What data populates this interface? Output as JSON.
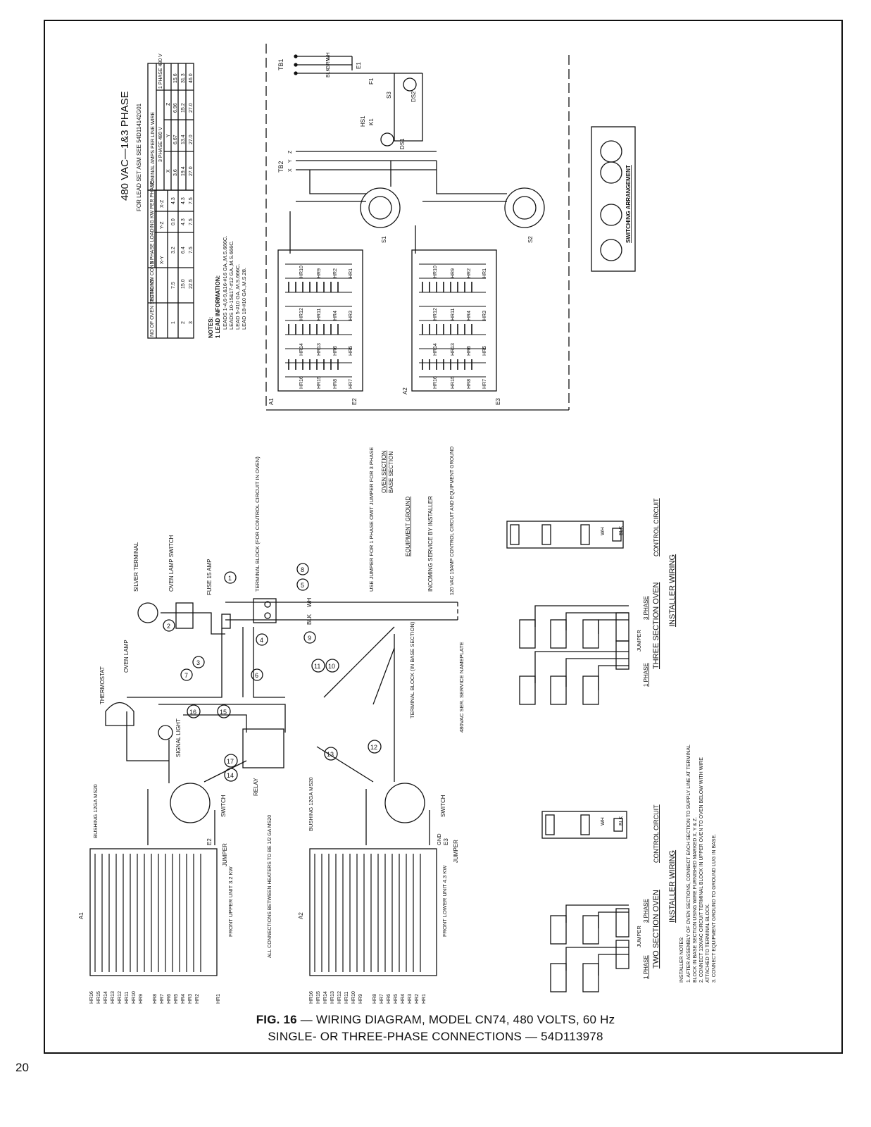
{
  "caption": {
    "fig_label": "FIG. 16",
    "line1": " — WIRING DIAGRAM, MODEL CN74, 480 VOLTS, 60 Hz",
    "line2": "SINGLE- OR THREE-PHASE CONNECTIONS — 54D113978"
  },
  "page_number": "20",
  "header": {
    "title": "480 VAC—1&3 PHASE",
    "subtitle": "FOR LEAD SET ASM SEE 54D114142G01"
  },
  "loading_table": {
    "col_headers": [
      "NO OF OVEN SECTIONS",
      "TOTAL KW CONN",
      "X-Y",
      "Y-Z",
      "X-Z"
    ],
    "group_header": "3 PHASE LOADING KW PER PHASE",
    "rows": [
      [
        "1",
        "7.5",
        "3.2",
        "0.0",
        "4.3"
      ],
      [
        "2",
        "15.0",
        "6.4",
        "4.3",
        "4.3"
      ],
      [
        "3",
        "22.5",
        "7.5",
        "7.5",
        "7.5"
      ]
    ]
  },
  "amps_table": {
    "group_header": "NOMINAL AMPS PER LINE WIRE",
    "sub3": "3 PHASE 480 V",
    "sub1": "1 PHASE 480 V",
    "col_headers": [
      "X",
      "Y",
      "Z"
    ],
    "rows": [
      [
        "3.6",
        "6.67",
        "6.96",
        "15.6"
      ],
      [
        "19.4",
        "13.4",
        "15.2",
        "31.3"
      ],
      [
        "27.0",
        "27.0",
        "27.0",
        "46.0"
      ]
    ]
  },
  "notes": {
    "title": "NOTES:",
    "subtitle": "1 LEAD INFORMATION:",
    "lines": [
      "LEADS 1-4,6-9,&16-#16 GA.,M.S.666C.",
      "LEADS 10-15&17-#12 GA.,M.S.666C.",
      "LEAD 5-#10 GA.,M.S.666C.",
      "LEAD 18-#10 GA.,M.S.28."
    ]
  },
  "schematic": {
    "tb1": "TB1",
    "tb2": "TB2",
    "xyz": [
      "X",
      "Y",
      "Z"
    ],
    "wires": [
      "WH",
      "GRN",
      "BLK"
    ],
    "parts": [
      "F1",
      "S3",
      "DS2",
      "HS1",
      "K1",
      "DS1",
      "S1",
      "S2",
      "A1",
      "A2",
      "E1",
      "E2",
      "E3"
    ],
    "heaters": [
      "HR1",
      "HR2",
      "HR3",
      "HR4",
      "HR5",
      "HR6",
      "HR7",
      "HR8",
      "HR9",
      "HR10",
      "HR11",
      "HR12",
      "HR13",
      "HR14",
      "HR15",
      "HR16"
    ],
    "switching_title": "SWITCHING ARRANGEMENT"
  },
  "pictorial": {
    "silver_terminal": "SILVER TERMINAL",
    "oven_lamp_switch": "OVEN LAMP SWITCH",
    "fuse": "FUSE 15 AMP",
    "terminal_block": "TERMINAL BLOCK (FOR CONTROL CIRCUIT IN OVEN)",
    "jumper_note": "USE JUMPER FOR 1 PHASE OMIT JUMPER FOR 3 PHASE",
    "oven_section": "OVEN SECTION",
    "base_section": "BASE SECTION",
    "equipment_ground": "EQUIPMENT GROUND",
    "incoming_service": "INCOMING SERVICE BY INSTALLER",
    "control_circuit": "120 VAC 15AMP CONTROL CIRCUIT AND EQUIPMENT GROUND",
    "service_480": "480VAC SER. SERVICE NAMEPLATE",
    "tb2_block": "TERMINAL BLOCK (IN BASE SECTION)",
    "oven_lamp": "OVEN LAMP",
    "thermostat": "THERMOSTAT",
    "signal_light": "SIGNAL LIGHT",
    "relay": "RELAY",
    "switch": "SWITCH",
    "bushing": "BUSHING 12GA MS20",
    "jumper": "JUMPER",
    "gnd": "GND",
    "front_upper": "FRONT UPPER UNIT 3.2 KW",
    "front_lower": "FRONT LOWER UNIT 4.3 KW",
    "all_connections": "ALL CONNECTIONS BETWEEN HEATERS TO BE 1/2 GA MS20",
    "numbers": [
      "1",
      "2",
      "3",
      "4",
      "5",
      "6",
      "7",
      "8",
      "9",
      "10",
      "11",
      "12",
      "13",
      "14",
      "15",
      "16",
      "17"
    ],
    "hr_list_a": [
      "HR16",
      "HR15",
      "HR14",
      "HR13",
      "HR12",
      "HR11",
      "HR10",
      "HR9",
      "HR8",
      "HR7",
      "HR6",
      "HR5",
      "HR4",
      "HR3",
      "HR2",
      "HR1"
    ],
    "hr_list_b": [
      "HR16",
      "HR15",
      "HR14",
      "HR13",
      "HR12",
      "HR11",
      "HR10",
      "HR9",
      "HR8",
      "HR7",
      "HR6",
      "HR5",
      "HR4",
      "HR3",
      "HR2",
      "HR1"
    ]
  },
  "installer": {
    "three": {
      "phase1": "1 PHASE",
      "phase3": "3 PHASE",
      "jumper": "JUMPER",
      "section": "THREE SECTION OVEN",
      "control": "CONTROL CIRCUIT",
      "wiring": "INSTALLER WIRING"
    },
    "two": {
      "phase1": "1 PHASE",
      "phase3": "3 PHASE",
      "jumper": "JUMPER",
      "section": "TWO SECTION OVEN",
      "control": "CONTROL CIRCUIT",
      "wiring": "INSTALLER WIRING"
    },
    "notes_title": "INSTALLER NOTES:",
    "notes": [
      "1. AFTER ASSEMBLY OF OVEN SECTIONS, CONNECT EACH SECTION TO SUPPLY LINE AT TERMINAL",
      "BLOCK IN BASE SECTION USING WIRE FURNISHED MARKED X, Y & Z.",
      "2. CONNECT 120VAC CIRCUIT TERMINAL BLOCK IN UPPER OVEN TO OVEN BELOW WITH WIRE",
      "ATTACHED TO TERMINAL BLOCK.",
      "3. CONNECT EQUIPMENT GROUND TO GROUND LUG IN BASE."
    ],
    "wh": "WH",
    "blk": "BLK"
  }
}
